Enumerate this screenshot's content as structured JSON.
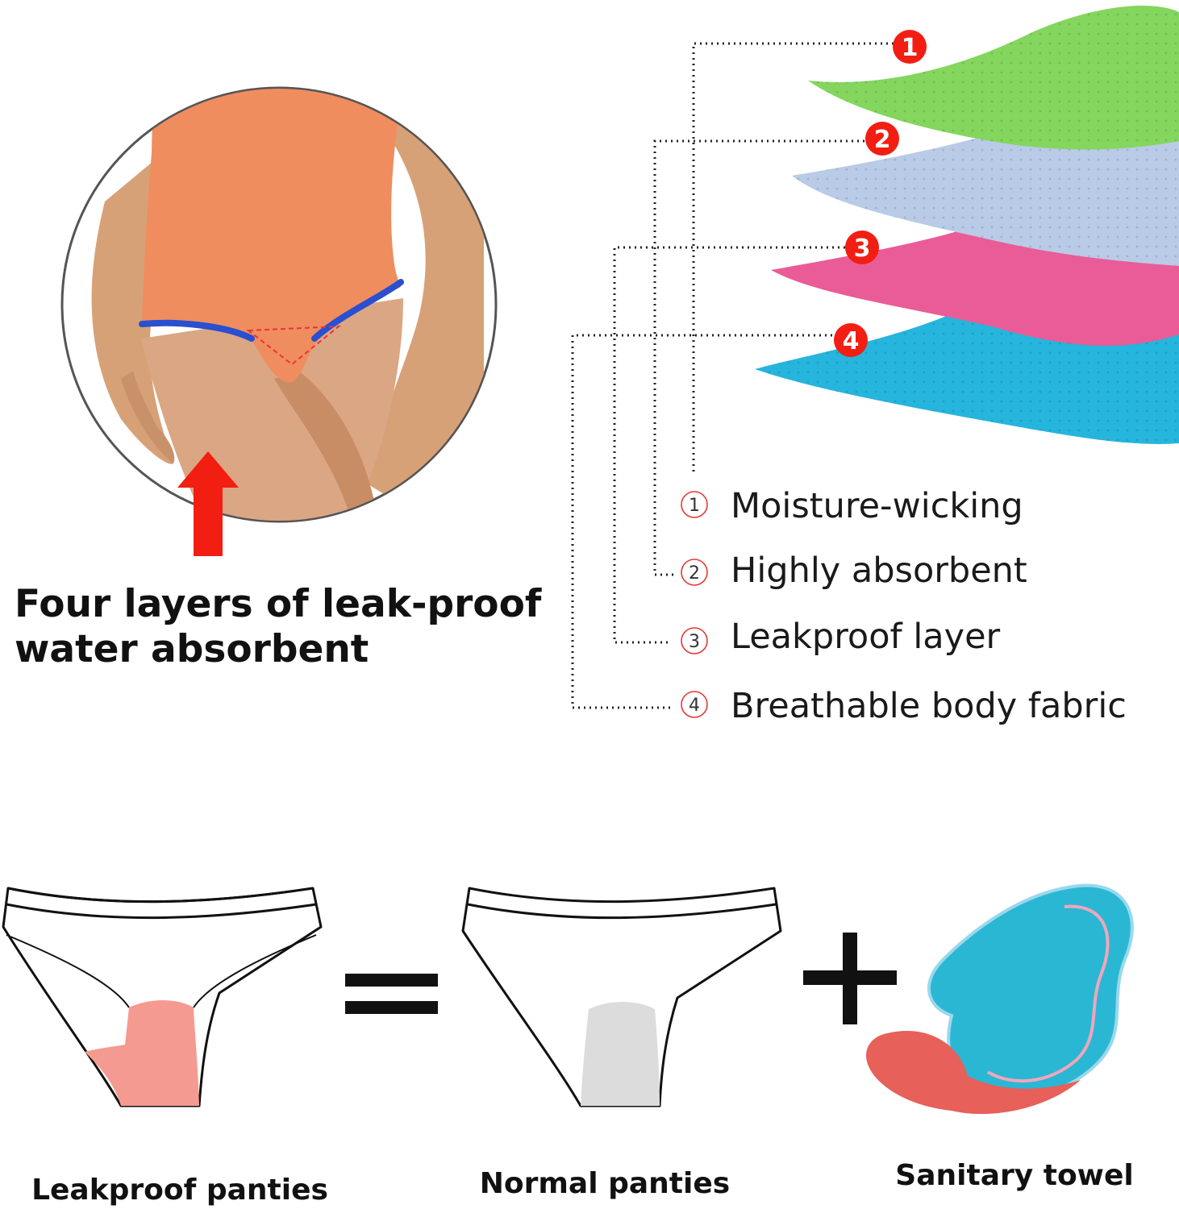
{
  "headline": {
    "line1": "Four layers of leak-proof",
    "line2": "water absorbent"
  },
  "layers": [
    {
      "num": "1",
      "label": "Moisture-wicking",
      "color": "#84d65e"
    },
    {
      "num": "2",
      "label": "Highly absorbent",
      "color": "#b9cbe6"
    },
    {
      "num": "3",
      "label": "Leakproof layer",
      "color": "#ea5c97"
    },
    {
      "num": "4",
      "label": "Breathable body fabric",
      "color": "#26b5dc"
    }
  ],
  "comparison": {
    "leakproof_label": "Leakproof panties",
    "normal_label": "Normal panties",
    "towel_label": "Sanitary towel",
    "leakproof_gusset_color": "#f59a90",
    "normal_gusset_color": "#dcdcdc",
    "towel_outer_color": "#29b7d4",
    "towel_inner_color": "#e7605a"
  },
  "colors": {
    "badge": "#f21e12",
    "arrow": "#f21e12",
    "garment": "#ef8d5e",
    "waistband": "#2a4fd0"
  }
}
